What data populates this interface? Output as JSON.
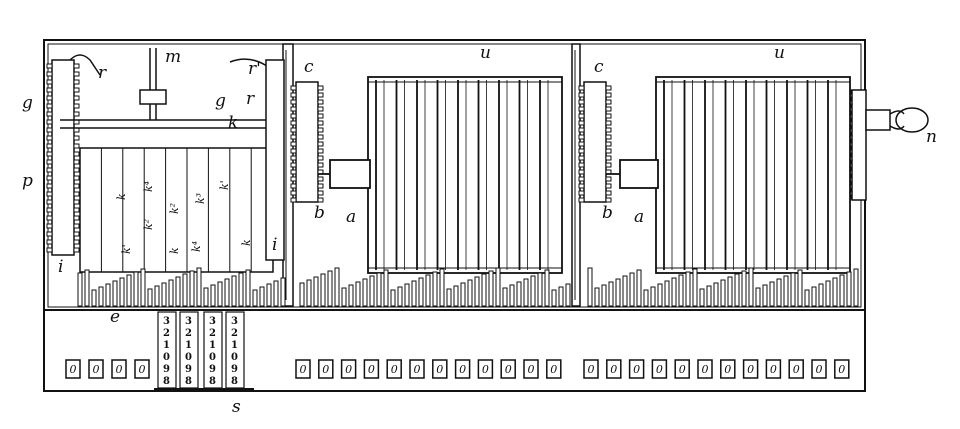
{
  "figure": {
    "window_digit": "0",
    "upper_labels": [
      {
        "id": "m",
        "text": "m"
      },
      {
        "id": "r",
        "text": "r"
      },
      {
        "id": "g-left",
        "text": "g"
      },
      {
        "id": "g-mid",
        "text": "g"
      },
      {
        "id": "p",
        "text": "p"
      },
      {
        "id": "r-mid",
        "text": "r"
      },
      {
        "id": "r-prime",
        "text": "r'"
      },
      {
        "id": "c1",
        "text": "c"
      },
      {
        "id": "c2",
        "text": "c"
      },
      {
        "id": "u1",
        "text": "u"
      },
      {
        "id": "u2",
        "text": "u"
      },
      {
        "id": "n",
        "text": "n"
      },
      {
        "id": "a1",
        "text": "a"
      },
      {
        "id": "a2",
        "text": "a"
      },
      {
        "id": "b1",
        "text": "b"
      },
      {
        "id": "b2",
        "text": "b"
      },
      {
        "id": "k",
        "text": "k"
      },
      {
        "id": "i-left",
        "text": "i"
      },
      {
        "id": "i-right",
        "text": "i"
      },
      {
        "id": "e",
        "text": "e"
      },
      {
        "id": "s",
        "text": "s"
      }
    ],
    "drum_labels": [
      "k",
      "k⁴",
      "k²",
      "k³",
      "k'",
      "k'",
      "k²",
      "k⁴",
      "k",
      "k"
    ],
    "counting_strips": [
      [
        "3",
        "2",
        "1",
        "0",
        "9",
        "8"
      ],
      [
        "3",
        "2",
        "1",
        "0",
        "9",
        "8"
      ],
      [
        "3",
        "2",
        "1",
        "0",
        "9",
        "8"
      ],
      [
        "3",
        "2",
        "1",
        "0",
        "9",
        "8"
      ]
    ]
  }
}
